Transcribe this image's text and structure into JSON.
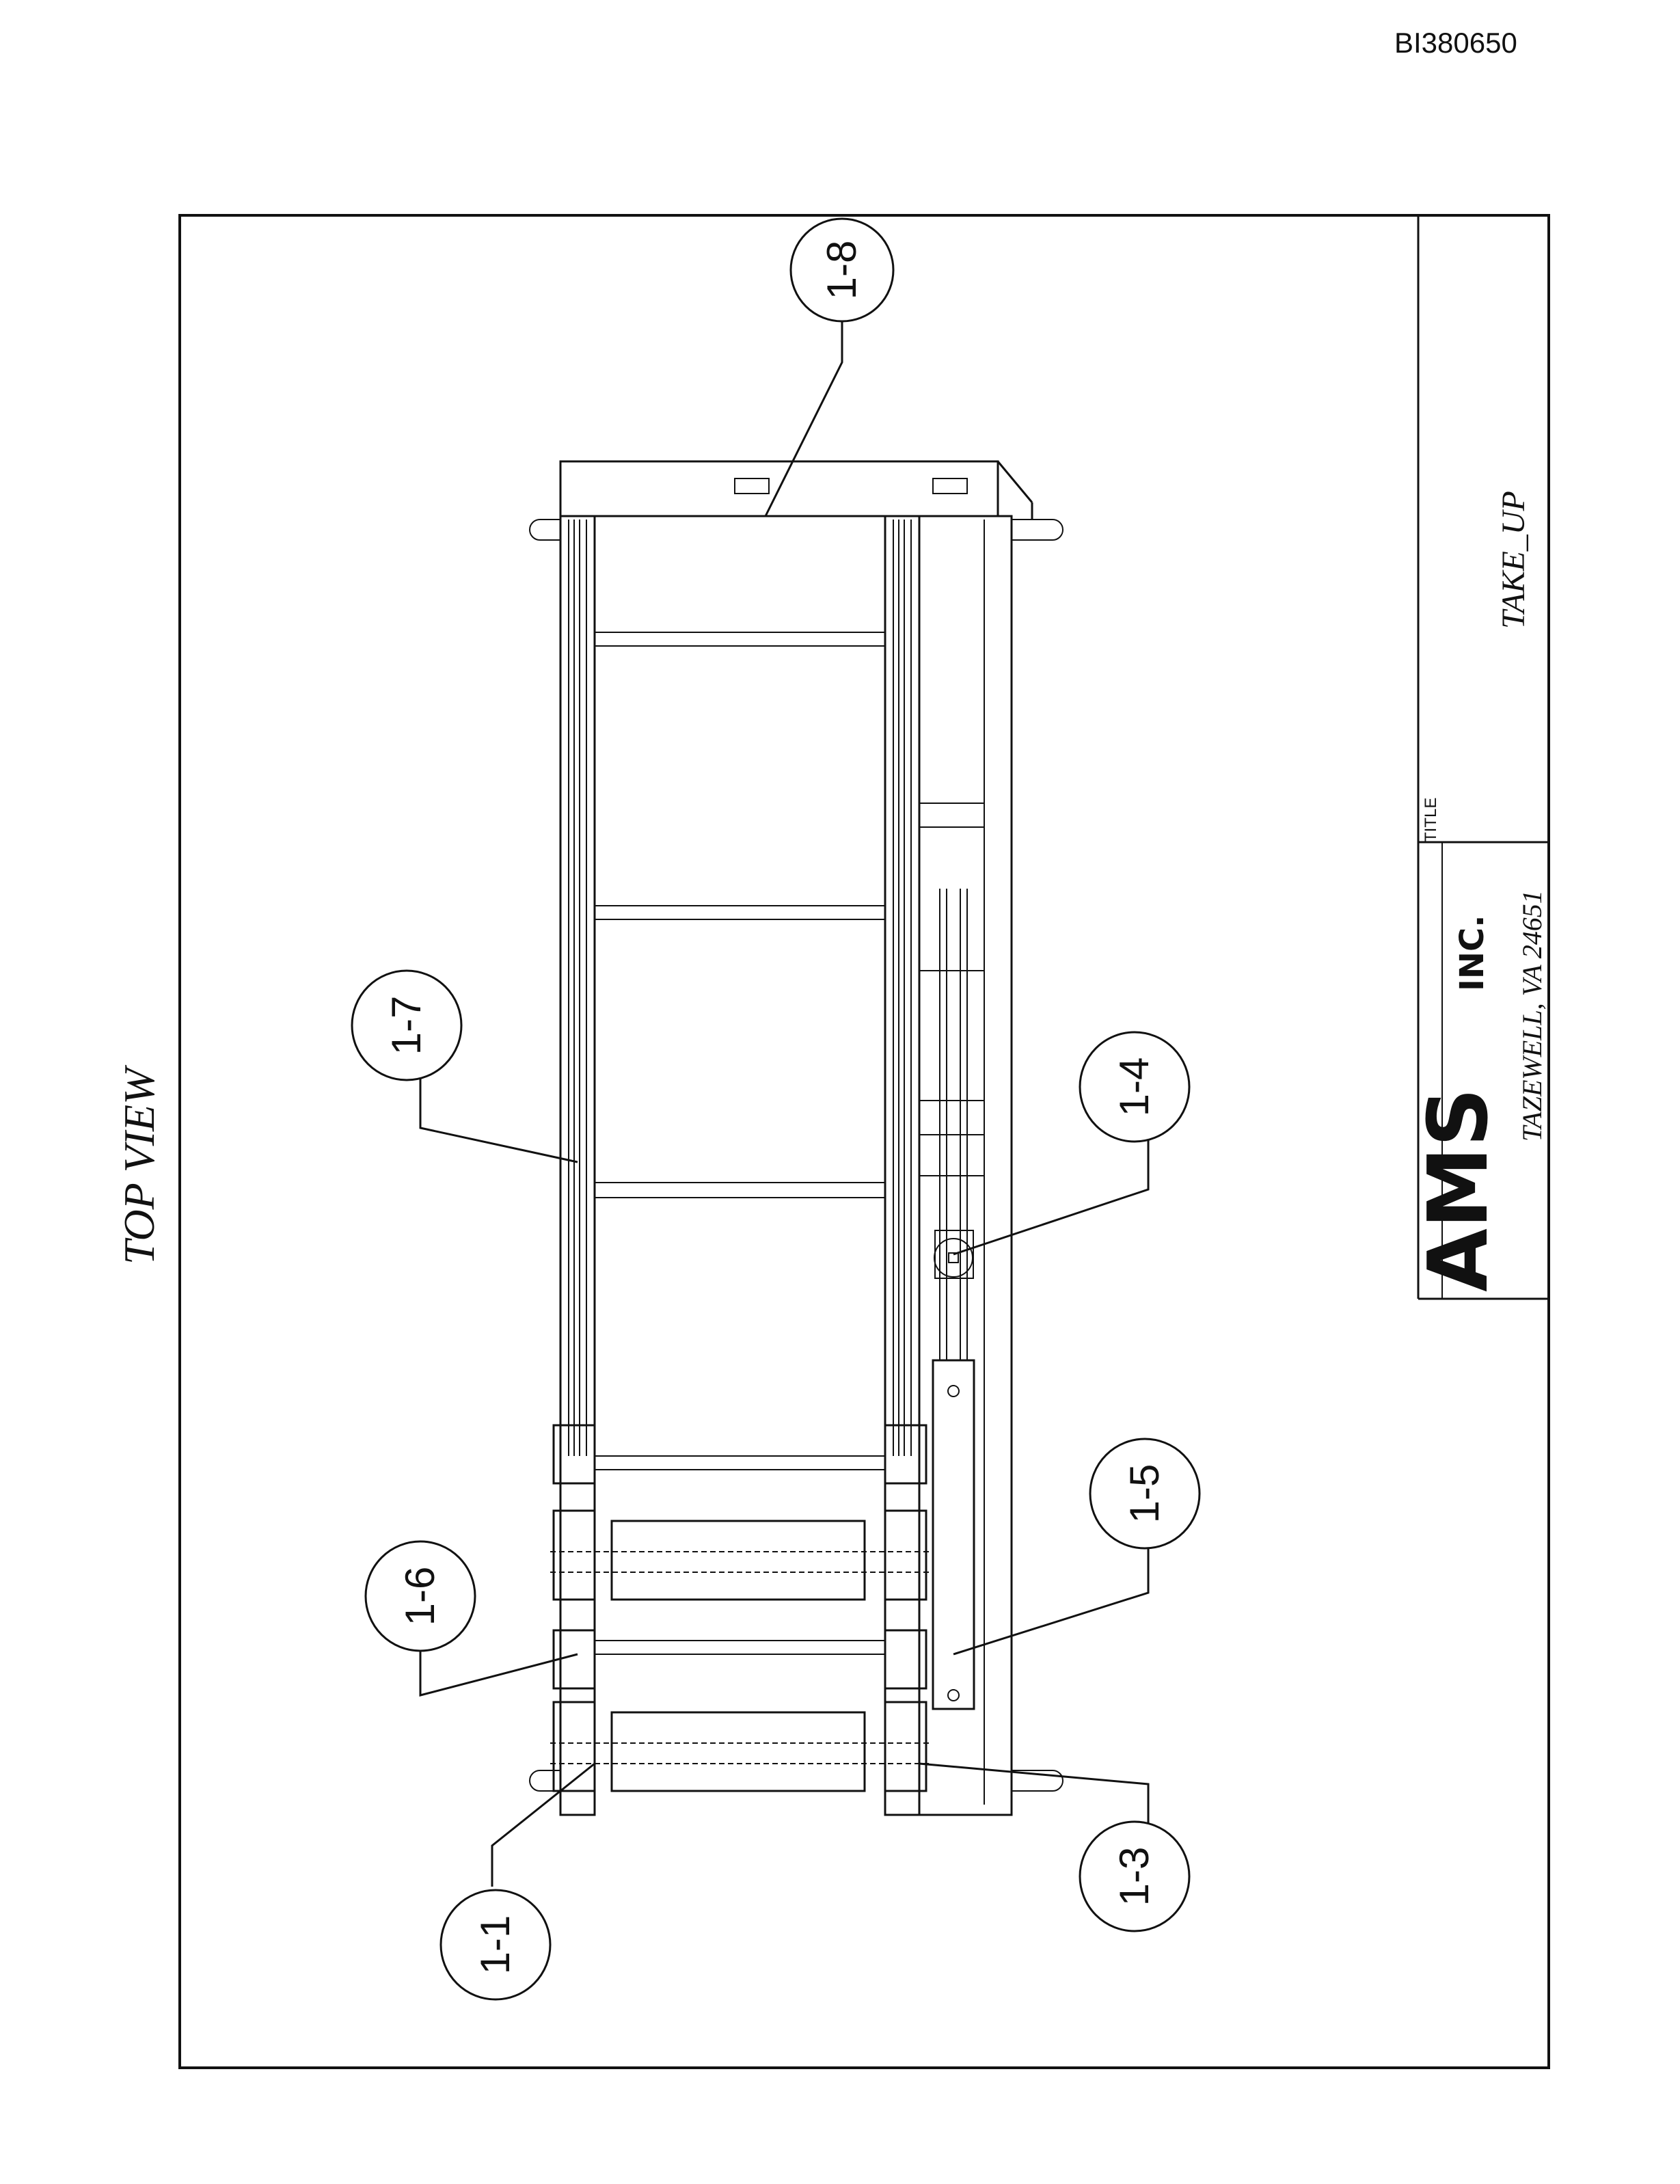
{
  "document_id": "BI380650",
  "view_label": "TOP VIEW",
  "title_block": {
    "title_caption": "TITLE",
    "title": "TAKE_UP",
    "company_logo": "AMS",
    "company_suffix": "INC.",
    "location": "TAZEWELL, VA 24651"
  },
  "callouts": [
    {
      "id": "c-1-1",
      "label": "1-1"
    },
    {
      "id": "c-1-3",
      "label": "1-3"
    },
    {
      "id": "c-1-4",
      "label": "1-4"
    },
    {
      "id": "c-1-5",
      "label": "1-5"
    },
    {
      "id": "c-1-6",
      "label": "1-6"
    },
    {
      "id": "c-1-7",
      "label": "1-7"
    },
    {
      "id": "c-1-8",
      "label": "1-8"
    }
  ]
}
